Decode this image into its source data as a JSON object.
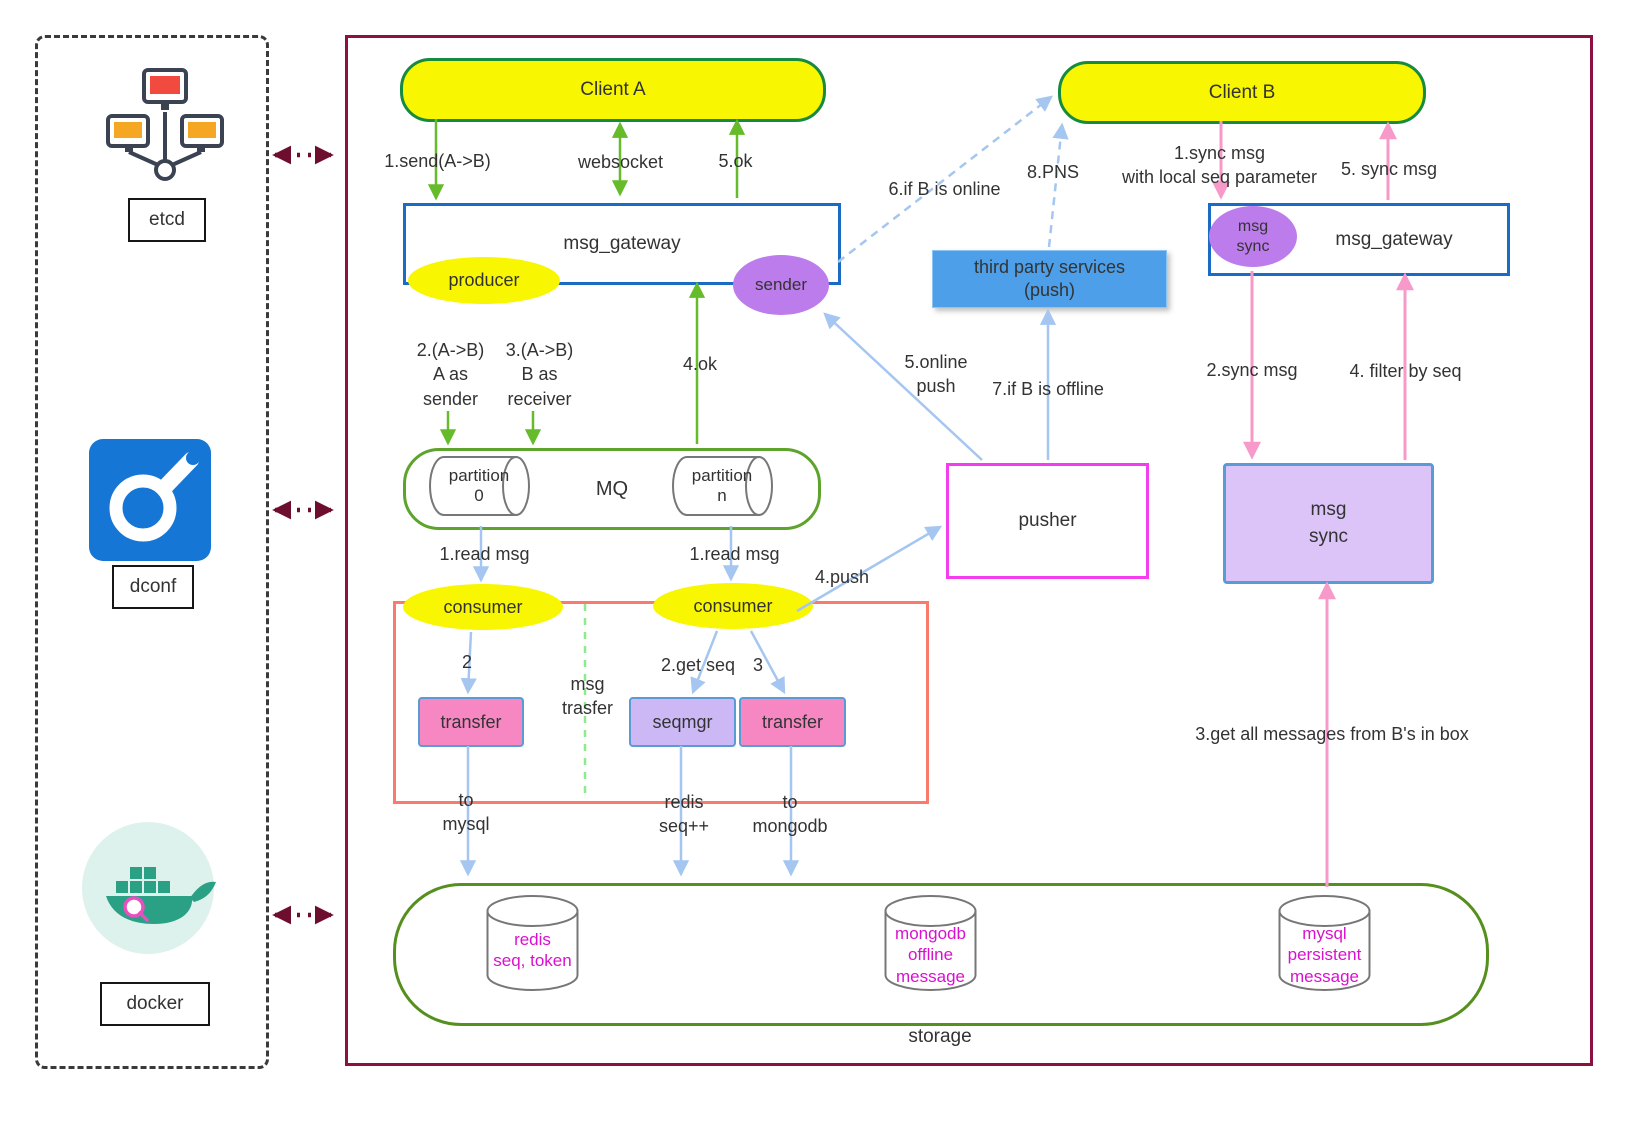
{
  "left_panel": {
    "etcd": "etcd",
    "dconf": "dconf",
    "docker": "docker"
  },
  "nodes": {
    "client_a": "Client A",
    "client_b": "Client B",
    "gateway_a": "msg_gateway",
    "gateway_b": "msg_gateway",
    "producer": "producer",
    "sender": "sender",
    "msg_sync_small": "msg\nsync",
    "third_party": "third party services\n(push)",
    "mq": "MQ",
    "partition_0": "partition\n0",
    "partition_n": "partition\nn",
    "consumer_1": "consumer",
    "consumer_2": "consumer",
    "transfer_1": "transfer",
    "msg_trasfer": "msg\ntrasfer",
    "seqmgr": "seqmgr",
    "transfer_2": "transfer",
    "pusher": "pusher",
    "msg_sync_box": "msg\nsync",
    "storage": "storage",
    "redis": "redis\nseq, token",
    "mongodb": "mongodb\noffline\nmessage",
    "mysql": "mysql\npersistent\nmessage"
  },
  "arrows": {
    "send_ab": "1.send(A->B)",
    "websocket": "websocket",
    "ok_5": "5.ok",
    "a_as_sender": "2.(A->B)\nA as\nsender",
    "b_as_receiver": "3.(A->B)\nB as\nreceiver",
    "ok_4": "4.ok",
    "read_msg_left": "1.read msg",
    "read_msg_right": "1.read msg",
    "step_2": "2",
    "get_seq": "2.get seq",
    "step_3": "3",
    "to_mysql": "to\nmysql",
    "redis_seq": "redis\nseq++",
    "to_mongodb": "to\nmongodb",
    "push_4": "4.push",
    "online_push": "5.online\npush",
    "if_b_offline": "7.if B is offline",
    "if_b_online": "6.if B is online",
    "pns": "8.PNS",
    "sync_msg_1": "1.sync msg\nwith local seq parameter",
    "sync_msg_5": "5. sync msg",
    "sync_msg_2": "2.sync msg",
    "filter_by_seq": "4. filter by seq",
    "get_all_messages": "3.get all messages from B's in box"
  },
  "colors": {
    "green_arrow": "#66bb2a",
    "blue_arrow": "#a4c6f0",
    "pink_arrow": "#f79ac9",
    "maroon": "#6e0e2e",
    "yellow": "#f8f600",
    "purple": "#bd7cec",
    "main_border": "#8e1040"
  }
}
